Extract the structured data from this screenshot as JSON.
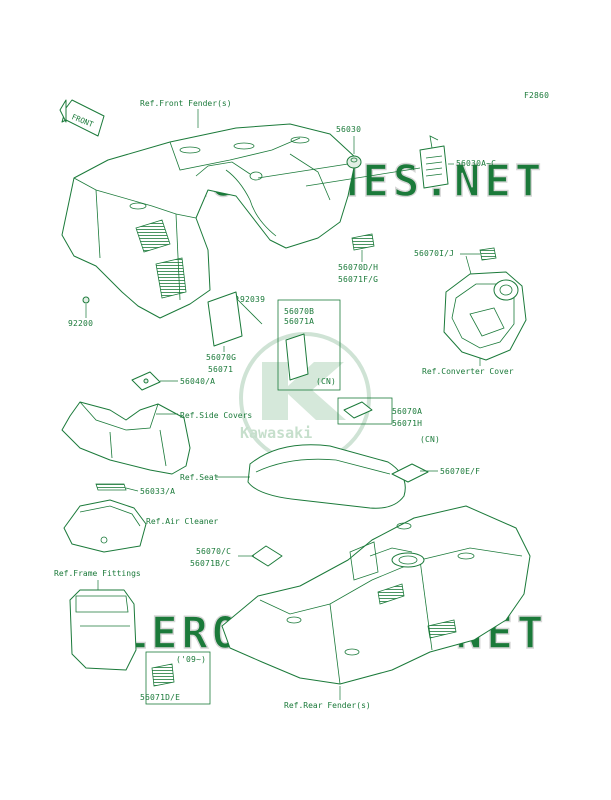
{
  "figure_code": "F2860",
  "front_marker": "FRONT",
  "watermark": "4LEROFICHES.NET",
  "logo_text": "Kawasaki",
  "labels": {
    "front_fender": "Ref.Front Fender(s)",
    "p56030": "56030",
    "p56030ac": "56030A~C",
    "p56070dh": "56070D/H",
    "p56071fg": "56071F/G",
    "p56070ij": "56070I/J",
    "converter_cover": "Ref.Converter Cover",
    "p92039": "92039",
    "p92200": "92200",
    "p56070b": "56070B",
    "p56071a": "56071A",
    "cn1": "(CN)",
    "p56070g": "56070G",
    "p56071": "56071",
    "p56040a": "56040/A",
    "side_covers": "Ref.Side Covers",
    "p56070a": "56070A",
    "p56071h": "56071H",
    "cn2": "(CN)",
    "seat": "Ref.Seat",
    "p56070ef": "56070E/F",
    "p56033a": "56033/A",
    "air_cleaner": "Ref.Air Cleaner",
    "frame_fittings": "Ref.Frame Fittings",
    "p56070c": "56070/C",
    "p56071bc": "56071B/C",
    "year09": "('09~)",
    "p56071de": "56071D/E",
    "rear_fender": "Ref.Rear Fender(s)"
  },
  "colors": {
    "line": "#1b7a3a",
    "watermark": "#d6d6d6",
    "logo": "#cfe3d5"
  }
}
